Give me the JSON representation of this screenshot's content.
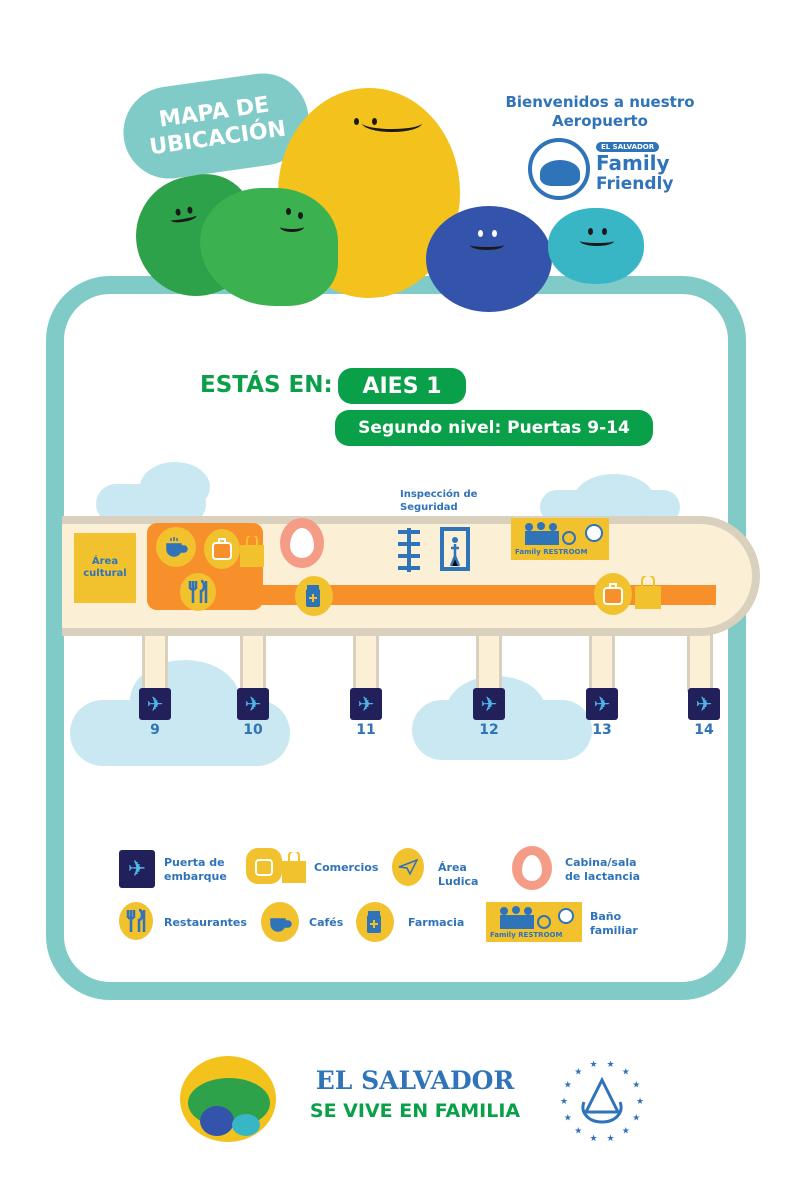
{
  "header": {
    "map_title": "MAPA DE UBICACIÓN",
    "welcome": "Bienvenidos a nuestro Aeropuerto",
    "logo": {
      "kicker": "EL SALVADOR",
      "line1": "Family",
      "line2": "Friendly"
    }
  },
  "location": {
    "prefix": "ESTÁS EN:",
    "terminal": "AIES 1",
    "level": "Segundo nivel: Puertas 9-14"
  },
  "map": {
    "cultural_area": "Área cultural",
    "security": "Inspección de Seguridad",
    "restroom_sign": "Family RESTROOM",
    "gates": [
      "9",
      "10",
      "11",
      "12",
      "13",
      "14"
    ]
  },
  "legend": [
    {
      "icon": "airplane-icon",
      "label": "Puerta de embarque"
    },
    {
      "icon": "shopping-icon",
      "label": "Comercios"
    },
    {
      "icon": "paper-plane-icon",
      "label": "Área Ludica"
    },
    {
      "icon": "milk-drop-icon",
      "label": "Cabina/sala de lactancia"
    },
    {
      "icon": "utensils-icon",
      "label": "Restaurantes"
    },
    {
      "icon": "coffee-icon",
      "label": "Cafés"
    },
    {
      "icon": "pharmacy-icon",
      "label": "Farmacia"
    },
    {
      "icon": "family-restroom-icon",
      "label": "Baño familiar"
    }
  ],
  "footer": {
    "line1": "EL SALVADOR",
    "line2": "SE VIVE EN FAMILIA"
  },
  "colors": {
    "green": "#0aa04a",
    "teal": "#80cbc7",
    "blue": "#2f73b9",
    "navy": "#22205a",
    "orange": "#f7902a",
    "yellow": "#f2c12e",
    "cloud": "#c9e8f1"
  }
}
